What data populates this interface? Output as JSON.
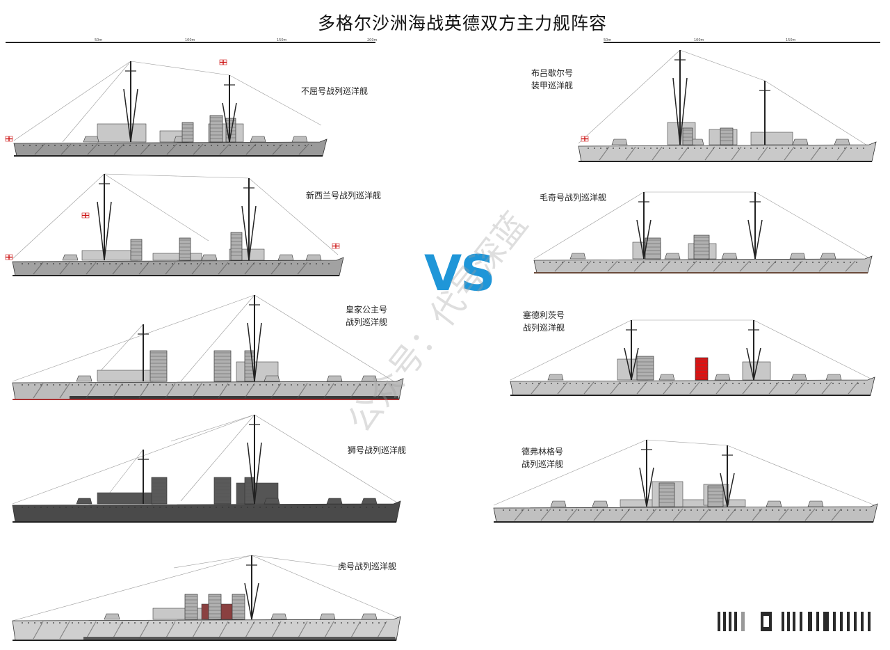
{
  "title": "多格尔沙洲海战英德双方主力舰阵容",
  "vs_text": "VS",
  "watermark": "公众号：代号深蓝",
  "scale_left": {
    "ticks": [
      "50m",
      "100m",
      "150m",
      "200m"
    ]
  },
  "scale_right": {
    "ticks": [
      "50m",
      "100m",
      "150m"
    ]
  },
  "british_ships": [
    {
      "name_lines": [
        "不屈号战列巡洋舰"
      ],
      "hull_color": "#9a9a9a",
      "camo": "light"
    },
    {
      "name_lines": [
        "新西兰号战列巡洋舰"
      ],
      "hull_color": "#a2a2a2",
      "camo": "light"
    },
    {
      "name_lines": [
        "皇家公主号",
        "战列巡洋舰"
      ],
      "hull_color": "#bcbcbc",
      "camo": "dark-bottom"
    },
    {
      "name_lines": [
        "狮号战列巡洋舰"
      ],
      "hull_color": "#4a4a4a",
      "camo": "dark"
    },
    {
      "name_lines": [
        "虎号战列巡洋舰"
      ],
      "hull_color": "#cfcfcf",
      "camo": "split"
    }
  ],
  "german_ships": [
    {
      "name_lines": [
        "布吕歇尔号",
        "装甲巡洋舰"
      ],
      "hull_color": "#c9c9c9"
    },
    {
      "name_lines": [
        "毛奇号战列巡洋舰"
      ],
      "hull_color": "#c2c2c2"
    },
    {
      "name_lines": [
        "塞德利茨号",
        "战列巡洋舰"
      ],
      "hull_color": "#c5c5c5"
    },
    {
      "name_lines": [
        "德弗林格号",
        "战列巡洋舰"
      ],
      "hull_color": "#c0c0c0"
    }
  ],
  "colors": {
    "vs": "#1f96d8",
    "funnel_red": "#e01010",
    "ensign_red": "#cc1111"
  }
}
